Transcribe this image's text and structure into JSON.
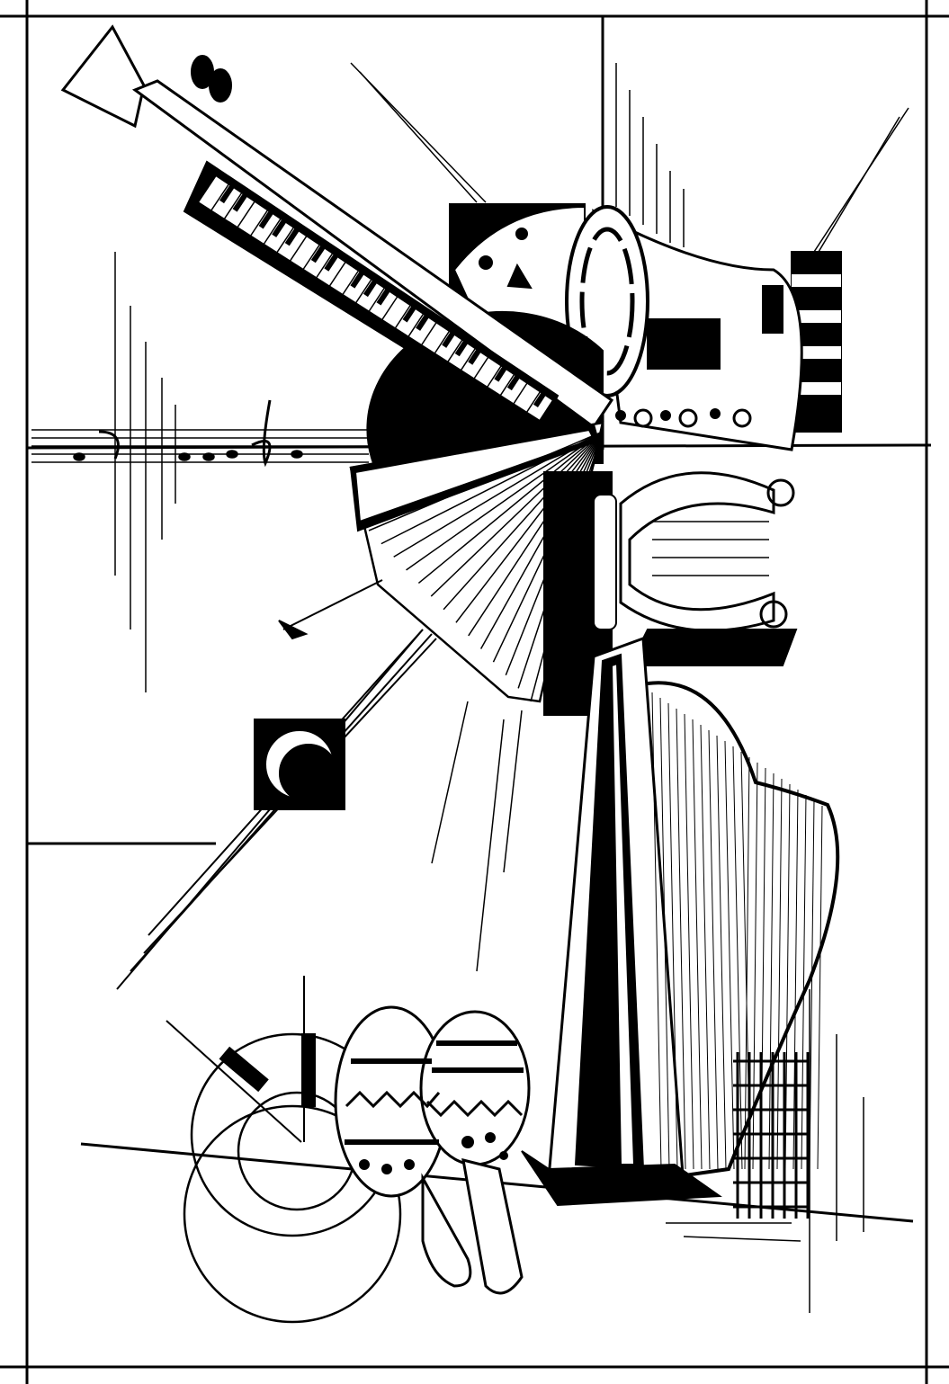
{
  "artwork": {
    "subject": "musical-instruments-line-drawing",
    "colors": {
      "ink": "#000000",
      "paper": "#ffffff"
    },
    "elements": [
      "guitar-neck",
      "piano-keyboard",
      "music-staff",
      "drum",
      "lyre",
      "harp",
      "maracas",
      "accordion-fan",
      "banjo-neck",
      "grid"
    ]
  }
}
